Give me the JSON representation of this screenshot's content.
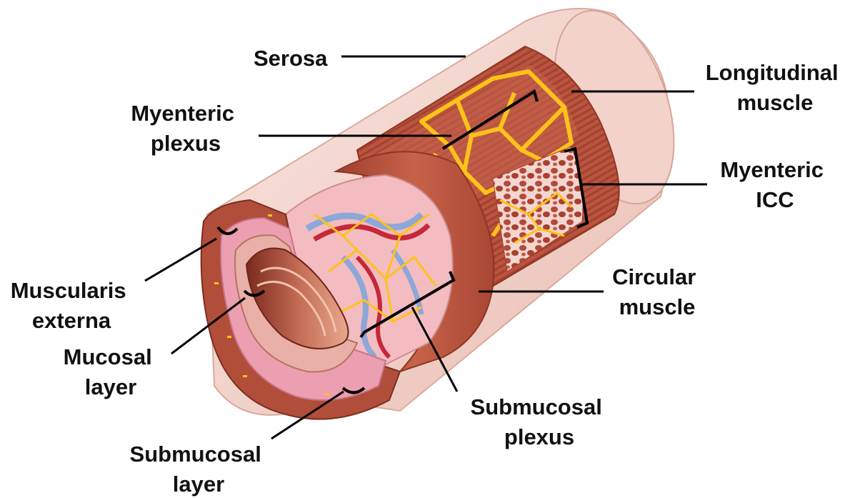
{
  "colors": {
    "serosa": "#f2d3cc",
    "muscle": "#b4513d",
    "muscle_light": "#d9826a",
    "submucosa": "#f0b8bc",
    "mucosa": "#e6a99a",
    "plexus": "#ffc21a",
    "vessel_red": "#c6283a",
    "vessel_blue": "#8ca7d8"
  },
  "labels": {
    "serosa": "Serosa",
    "myenteric_plexus": [
      "Myenteric",
      "plexus"
    ],
    "longitudinal_muscle": [
      "Longitudinal",
      "muscle"
    ],
    "myenteric_icc": [
      "Myenteric",
      "ICC"
    ],
    "muscularis_externa": [
      "Muscularis",
      "externa"
    ],
    "circular_muscle": [
      "Circular",
      "muscle"
    ],
    "mucosal_layer": [
      "Mucosal",
      "layer"
    ],
    "submucosal_plexus": [
      "Submucosal",
      "plexus"
    ],
    "submucosal_layer": [
      "Submucosal",
      "layer"
    ]
  }
}
